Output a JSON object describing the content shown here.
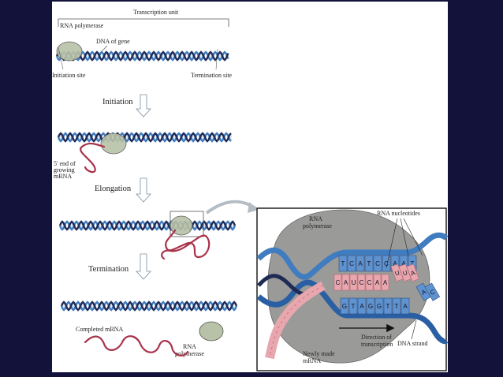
{
  "labels": {
    "transcription_unit": "Transcription unit",
    "rna_polymerase": "RNA polymerase",
    "dna_of_gene": "DNA of gene",
    "initiation_site": "Initiation site",
    "termination_site": "Termination site",
    "five_prime_end_1": "5' end of",
    "five_prime_end_2": "growing",
    "five_prime_end_3": "mRNA",
    "completed_mrna": "Completed mRNA",
    "rna_polymerase_free_1": "RNA",
    "rna_polymerase_free_2": "polymerase"
  },
  "stages": {
    "initiation": "Initiation",
    "elongation": "Elongation",
    "termination": "Termination"
  },
  "zoom": {
    "rna_polymerase_1": "RNA",
    "rna_polymerase_2": "polymerase",
    "rna_nucleotides": "RNA nucleotides",
    "direction_1": "Direction of",
    "direction_2": "transcription",
    "dna_strand": "DNA strand",
    "newly_made_1": "Newly made",
    "newly_made_2": "mRNA",
    "top_bases": [
      "T",
      "C",
      "A",
      "T",
      "C",
      "C",
      "A",
      "A",
      "T"
    ],
    "rna_bases": [
      "C",
      "A",
      "U",
      "C",
      "C",
      "A",
      "A"
    ],
    "bottom_bases": [
      "G",
      "T",
      "A",
      "G",
      "G",
      "T",
      "T",
      "A"
    ],
    "incoming_bases": [
      "U",
      "U",
      "A"
    ],
    "template_tail": [
      "A",
      "C"
    ]
  },
  "colors": {
    "background": "#13123a",
    "dna_blue": "#3f7cc0",
    "dna_dark": "#1f2b55",
    "mrna": "#a8324a",
    "polymerase": "#b8c2a8",
    "zoom_polymerase": "#9a9a98",
    "zoom_rna": "#e8a7ae"
  }
}
